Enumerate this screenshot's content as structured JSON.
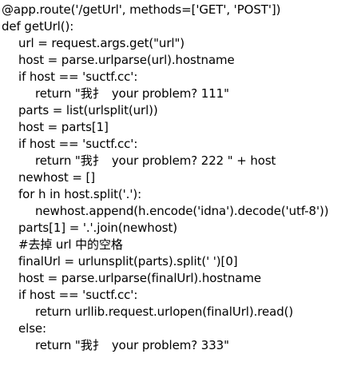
{
  "code": {
    "lines": [
      {
        "indent": 0,
        "text": "@app.route('/getUrl', methods=['GET', 'POST'])"
      },
      {
        "indent": 0,
        "text": "def getUrl():"
      },
      {
        "indent": 1,
        "text": "url = request.args.get(\"url\")"
      },
      {
        "indent": 1,
        "text": "host = parse.urlparse(url).hostname"
      },
      {
        "indent": 1,
        "text": "if host == 'suctf.cc':"
      },
      {
        "indent": 2,
        "text": "return \"我扌  your problem? 111\""
      },
      {
        "indent": 1,
        "text": "parts = list(urlsplit(url))"
      },
      {
        "indent": 1,
        "text": "host = parts[1]"
      },
      {
        "indent": 1,
        "text": "if host == 'suctf.cc':"
      },
      {
        "indent": 2,
        "text": "return \"我扌  your problem? 222 \" + host"
      },
      {
        "indent": 1,
        "text": "newhost = []"
      },
      {
        "indent": 1,
        "text": "for h in host.split('.'):"
      },
      {
        "indent": 2,
        "text": "newhost.append(h.encode('idna').decode('utf-8'))"
      },
      {
        "indent": 1,
        "text": "parts[1] = '.'.join(newhost)"
      },
      {
        "indent": 1,
        "text": "#去掉 url 中的空格"
      },
      {
        "indent": 1,
        "text": "finalUrl = urlunsplit(parts).split(' ')[0]"
      },
      {
        "indent": 1,
        "text": "host = parse.urlparse(finalUrl).hostname"
      },
      {
        "indent": 1,
        "text": "if host == 'suctf.cc':"
      },
      {
        "indent": 2,
        "text": "return urllib.request.urlopen(finalUrl).read()"
      },
      {
        "indent": 1,
        "text": "else:"
      },
      {
        "indent": 2,
        "text": "return \"我扌  your problem? 333\""
      }
    ]
  }
}
